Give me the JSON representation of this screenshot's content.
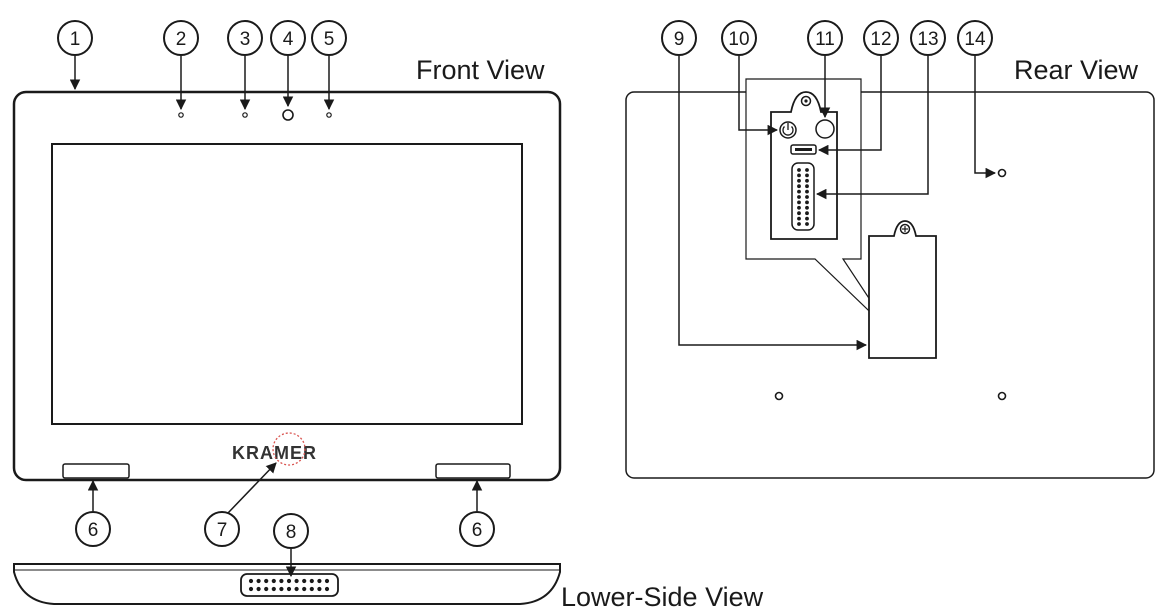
{
  "views": {
    "front": "Front View",
    "rear": "Rear View",
    "lower": "Lower-Side View"
  },
  "brand": "KRAMER",
  "callouts": [
    "1",
    "2",
    "3",
    "4",
    "5",
    "6",
    "7",
    "8",
    "9",
    "10",
    "11",
    "12",
    "13",
    "14"
  ],
  "icons": {
    "power": "power-icon",
    "usb": "usb-port-icon",
    "connector": "pin-connector-icon",
    "screw": "screw-icon",
    "camera": "camera-icon",
    "led": "led-icon",
    "mic": "microphone-icon"
  },
  "colors": {
    "stroke": "#1a1a1a",
    "mic_highlight": "#d9534f"
  }
}
